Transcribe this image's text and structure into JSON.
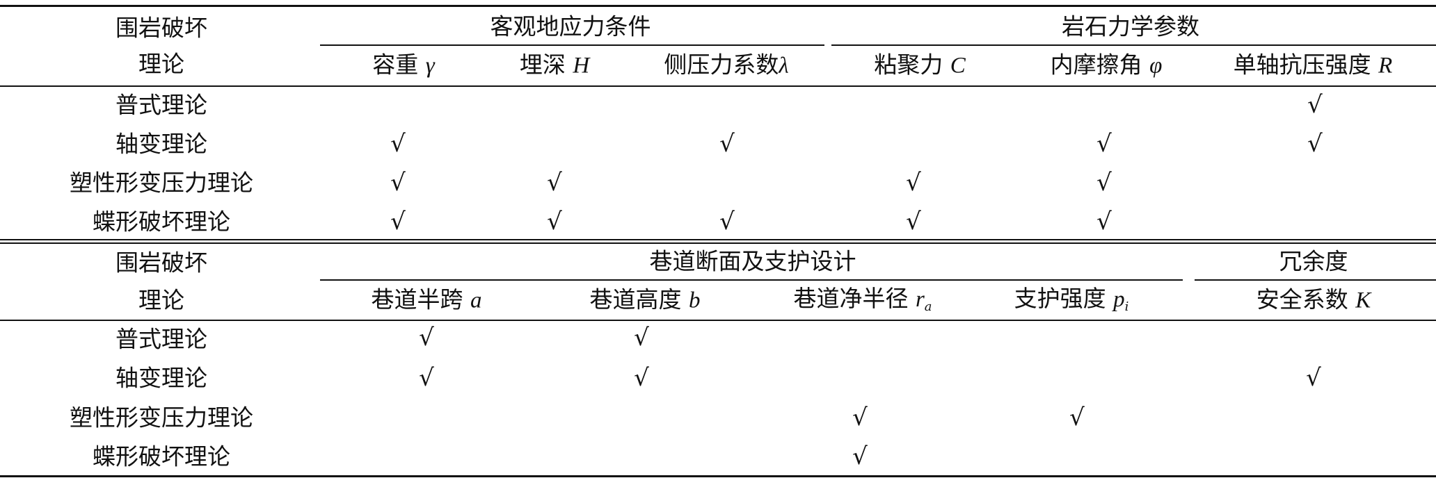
{
  "table1": {
    "header_left": [
      "围岩破坏",
      "理论"
    ],
    "group_left": "客观地应力条件",
    "group_right": "岩石力学参数",
    "columns": [
      {
        "text": "容重",
        "sym": "γ"
      },
      {
        "text": "埋深",
        "sym": "H"
      },
      {
        "text": "侧压力系数",
        "sym": "λ"
      },
      {
        "text": "粘聚力",
        "sym": "C"
      },
      {
        "text": "内摩擦角",
        "sym": "φ"
      },
      {
        "text": "单轴抗压强度",
        "sym": "R"
      }
    ],
    "check_mark": "√",
    "rows": [
      {
        "name": "普式理论",
        "checks": [
          false,
          false,
          false,
          false,
          false,
          true
        ]
      },
      {
        "name": "轴变理论",
        "checks": [
          true,
          false,
          true,
          false,
          true,
          true
        ]
      },
      {
        "name": "塑性形变压力理论",
        "checks": [
          true,
          true,
          false,
          true,
          true,
          false
        ]
      },
      {
        "name": "蝶形破坏理论",
        "checks": [
          true,
          true,
          true,
          true,
          true,
          false
        ]
      }
    ]
  },
  "table2": {
    "header_left": [
      "围岩破坏",
      "理论"
    ],
    "group_left": "巷道断面及支护设计",
    "group_right": "冗余度",
    "columns": [
      {
        "text": "巷道半跨",
        "sym": "a",
        "sub": ""
      },
      {
        "text": "巷道高度",
        "sym": "b",
        "sub": ""
      },
      {
        "text": "巷道净半径",
        "sym": "r",
        "sub": "a"
      },
      {
        "text": "支护强度",
        "sym": "p",
        "sub": "i"
      },
      {
        "text": "安全系数",
        "sym": "K",
        "sub": ""
      }
    ],
    "check_mark": "√",
    "rows": [
      {
        "name": "普式理论",
        "checks": [
          true,
          true,
          false,
          false,
          false
        ]
      },
      {
        "name": "轴变理论",
        "checks": [
          true,
          true,
          false,
          false,
          true
        ]
      },
      {
        "name": "塑性形变压力理论",
        "checks": [
          false,
          false,
          true,
          true,
          false
        ]
      },
      {
        "name": "蝶形破坏理论",
        "checks": [
          false,
          false,
          true,
          false,
          false
        ]
      }
    ]
  }
}
